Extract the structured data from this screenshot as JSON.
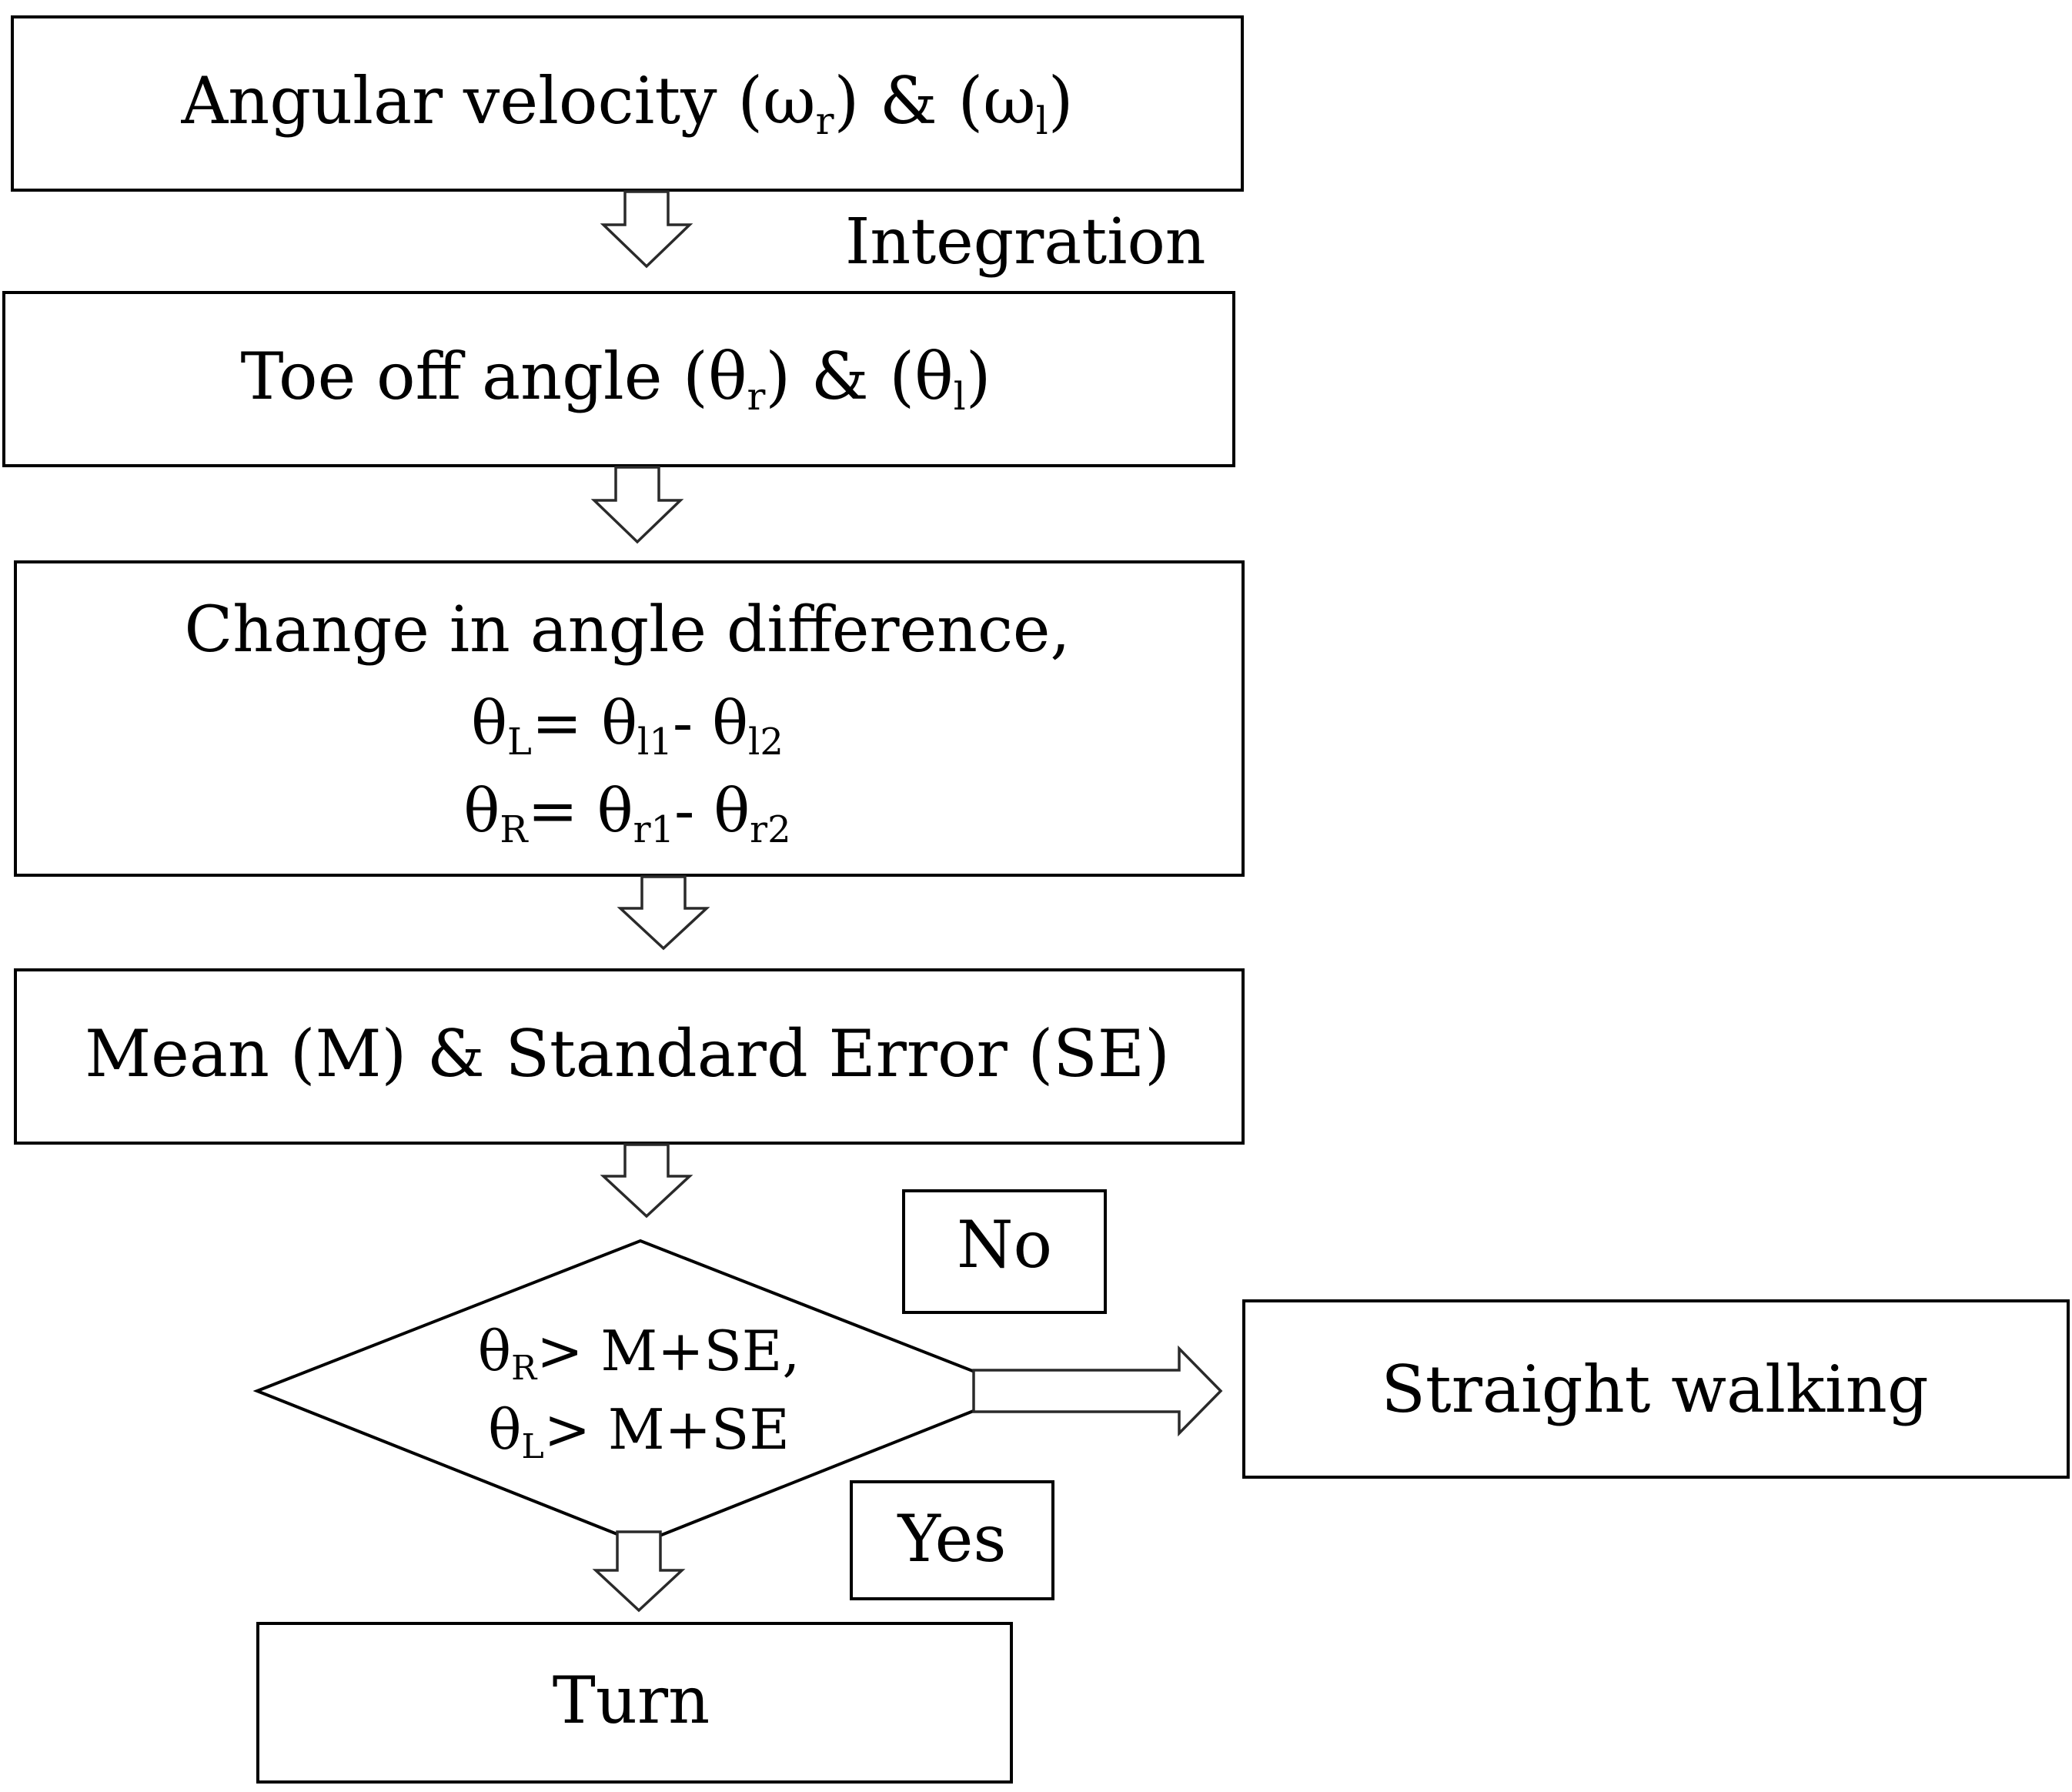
{
  "diagram": {
    "box_velocity": {
      "main": "Angular velocity (ω",
      "sub1": "r",
      "mid": ") & (ω",
      "sub2": "l",
      "end": ")"
    },
    "integration_label": "Integration",
    "box_toe": {
      "main": "Toe off angle (θ",
      "sub1": "r",
      "mid": ") & (θ",
      "sub2": "l",
      "end": ")"
    },
    "box_change": {
      "line1": "Change in angle difference,",
      "eq_l": {
        "a": "θ",
        "a_sub": "L",
        "b": "= θ",
        "b_sub": "l1",
        "c": "- θ",
        "c_sub": "l2"
      },
      "eq_r": {
        "a": "θ",
        "a_sub": "R",
        "b": "= θ",
        "b_sub": "r1",
        "c": "- θ",
        "c_sub": "r2"
      }
    },
    "box_mean": "Mean (M) & Standard Error (SE)",
    "decision": {
      "line1": {
        "a": "θ",
        "a_sub": "R",
        "b": "> M+SE,"
      },
      "line2": {
        "a": "θ",
        "a_sub": "L",
        "b": "> M+SE"
      }
    },
    "no_label": "No",
    "yes_label": "Yes",
    "box_straight": "Straight walking",
    "box_turn": "Turn"
  }
}
